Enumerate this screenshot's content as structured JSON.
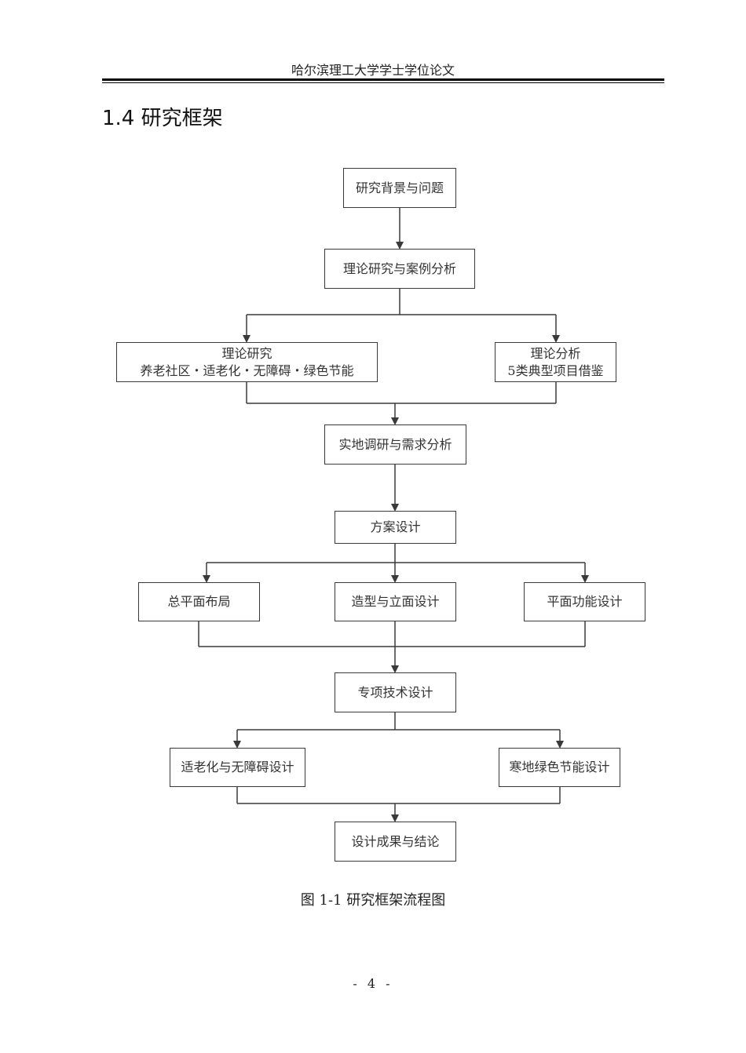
{
  "header": {
    "title": "哈尔滨理工大学学士学位论文"
  },
  "section": {
    "title": "1.4 研究框架"
  },
  "flowchart": {
    "background": "研究背景与问题",
    "theory_case": "理论研究与案例分析",
    "theory_research": {
      "line1": "理论研究",
      "line2": "养老社区・适老化・无障碍・绿色节能"
    },
    "theory_analysis": {
      "line1": "理论分析",
      "line2": "5类典型项目借鉴"
    },
    "field_survey": "实地调研与需求分析",
    "scheme": "方案设计",
    "site_plan": "总平面布局",
    "form_elevation": "造型与立面设计",
    "floor_plan": "平面功能设计",
    "special_tech": "专项技术设计",
    "aging_accessible": "适老化与无障碍设计",
    "cold_energy": "寒地绿色节能设计",
    "results": "设计成果与结论"
  },
  "caption": "图 1-1 研究框架流程图",
  "page_number": "- 4 -"
}
